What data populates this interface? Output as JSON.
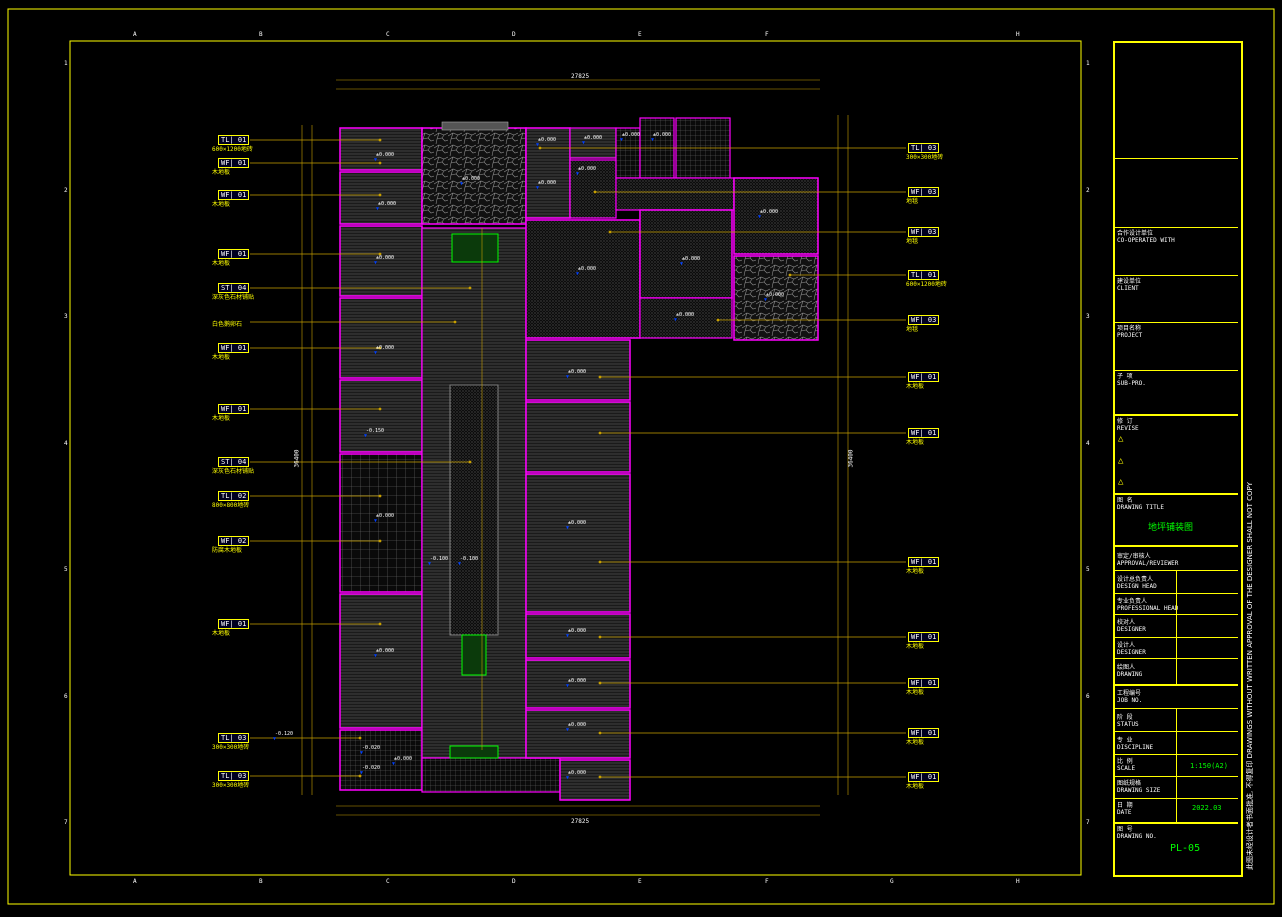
{
  "grid": {
    "columns": [
      "A",
      "B",
      "C",
      "D",
      "E",
      "F",
      "H"
    ],
    "rows": [
      "1",
      "2",
      "3",
      "4",
      "5",
      "6",
      "7"
    ],
    "bottom_columns": [
      "A",
      "B",
      "C",
      "D",
      "E",
      "F",
      "G",
      "H"
    ]
  },
  "title_block": {
    "co_operated": "合作设计单位\nCO-OPERATED WITH",
    "client": "建设单位\nCLIENT",
    "project": "项目名称\nPROJECT",
    "sub_project": "子 项\nSUB-PRO.",
    "revise": "修 订\nREVISE",
    "drawing_title_label": "图 名\nDRAWING TITLE",
    "drawing_title": "地坪铺装图",
    "approval": "审定/审核人\nAPPROVAL/REVIEWER",
    "design_head": "设计总负责人\nDESIGN HEAD",
    "discipline_head": "专业负责人\nPROFESSIONAL HEAD",
    "designer_1": "校对人\nDESIGNER",
    "designer_2": "设计人\nDESIGNER",
    "drawing": "绘图人\nDRAWING",
    "job_no": "工程编号\nJOB NO.",
    "status": "阶 段\nSTATUS",
    "discipline": "专 业\nDISCIPLINE",
    "scale_label": "比 例\nSCALE",
    "scale": "1:150(A2)",
    "size_label": "图纸规格\nDRAWING SIZE",
    "date_label": "日 期\nDATE",
    "date": "2022.03",
    "drawing_no_label": "图 号\nDRAWING NO.",
    "drawing_no": "PL-05",
    "side_note": "此图未经设计者书面批准, 不得复印   DRAWINGS WITHOUT WRITTEN APPROVAL OF THE DESIGNER SHALL NOT COPY"
  },
  "dimensions": {
    "top_total": "27825",
    "bottom_total": "27825",
    "left_total": "36400",
    "right_total": "36400"
  },
  "left_tags": [
    {
      "code": "TL",
      "num": "01",
      "desc": "600×1200地砖"
    },
    {
      "code": "WF",
      "num": "01",
      "desc": "木地板"
    },
    {
      "code": "WF",
      "num": "01",
      "desc": "木地板"
    },
    {
      "code": "WF",
      "num": "01",
      "desc": "木地板"
    },
    {
      "code": "ST",
      "num": "04",
      "desc": "深灰色石材铺贴"
    },
    {
      "code": "",
      "num": "",
      "desc": "白色鹅卵石"
    },
    {
      "code": "WF",
      "num": "01",
      "desc": "木地板"
    },
    {
      "code": "WF",
      "num": "01",
      "desc": "木地板"
    },
    {
      "code": "ST",
      "num": "04",
      "desc": "深灰色石材铺贴"
    },
    {
      "code": "TL",
      "num": "02",
      "desc": "800×800地砖"
    },
    {
      "code": "WF",
      "num": "02",
      "desc": "防腐木地板"
    },
    {
      "code": "WF",
      "num": "01",
      "desc": "木地板"
    },
    {
      "code": "TL",
      "num": "03",
      "desc": "300×300地砖"
    },
    {
      "code": "TL",
      "num": "03",
      "desc": "300×300地砖"
    }
  ],
  "right_tags": [
    {
      "code": "TL",
      "num": "03",
      "desc": "300×300地砖"
    },
    {
      "code": "WF",
      "num": "03",
      "desc": "地毯"
    },
    {
      "code": "WF",
      "num": "03",
      "desc": "地毯"
    },
    {
      "code": "TL",
      "num": "01",
      "desc": "600×1200地砖"
    },
    {
      "code": "WF",
      "num": "03",
      "desc": "地毯"
    },
    {
      "code": "WF",
      "num": "01",
      "desc": "木地板"
    },
    {
      "code": "WF",
      "num": "01",
      "desc": "木地板"
    },
    {
      "code": "WF",
      "num": "01",
      "desc": "木地板"
    },
    {
      "code": "WF",
      "num": "01",
      "desc": "木地板"
    },
    {
      "code": "WF",
      "num": "01",
      "desc": "木地板"
    },
    {
      "code": "WF",
      "num": "01",
      "desc": "木地板"
    },
    {
      "code": "WF",
      "num": "01",
      "desc": "木地板"
    }
  ],
  "elevation_marks": {
    "standard": "±0.000",
    "low": "-0.150",
    "step": "-0.100",
    "outside": "-0.120",
    "wet": "-0.020"
  },
  "colors": {
    "frame": "#ffff00",
    "wall": "#ff00ff",
    "hatch": "#808080",
    "marker": "#0000ff",
    "leader": "#c8a000",
    "title_text": "#00ff00"
  }
}
